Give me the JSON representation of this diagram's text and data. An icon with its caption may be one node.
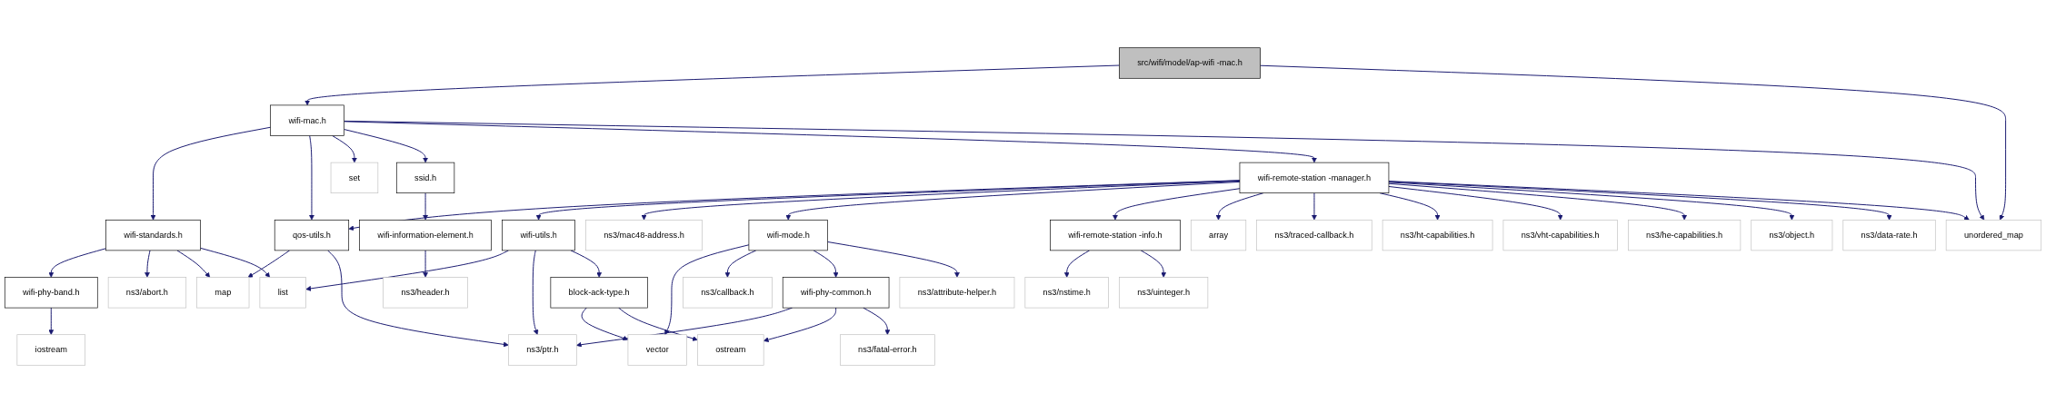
{
  "diagram": {
    "nodes": [
      {
        "text": [
          "src/wifi/model/ap-wifi -mac.h"
        ]
      },
      {
        "text": [
          "wifi-mac.h"
        ]
      },
      {
        "text": [
          "set"
        ]
      },
      {
        "text": [
          "ssid.h"
        ]
      },
      {
        "text": [
          "wifi-remote-station -manager.h"
        ]
      },
      {
        "text": [
          "unordered_map"
        ]
      },
      {
        "text": [
          "wifi-standards.h"
        ]
      },
      {
        "text": [
          "qos-utils.h"
        ]
      },
      {
        "text": [
          "wifi-information-element.h"
        ]
      },
      {
        "text": [
          "wifi-utils.h"
        ]
      },
      {
        "text": [
          "ns3/mac48-address.h"
        ]
      },
      {
        "text": [
          "wifi-mode.h"
        ]
      },
      {
        "text": [
          "wifi-remote-station -info.h"
        ]
      },
      {
        "text": [
          "array"
        ]
      },
      {
        "text": [
          "ns3/traced-callback.h"
        ]
      },
      {
        "text": [
          "ns3/ht-capabilities.h"
        ]
      },
      {
        "text": [
          "ns3/vht-capabilities.h"
        ]
      },
      {
        "text": [
          "ns3/he-capabilities.h"
        ]
      },
      {
        "text": [
          "ns3/object.h"
        ]
      },
      {
        "text": [
          "ns3/data-rate.h"
        ]
      },
      {
        "text": [
          "wifi-phy-band.h"
        ]
      },
      {
        "text": [
          "ns3/abort.h"
        ]
      },
      {
        "text": [
          "map"
        ]
      },
      {
        "text": [
          "list"
        ]
      },
      {
        "text": [
          "ns3/header.h"
        ]
      },
      {
        "text": [
          "block-ack-type.h"
        ]
      },
      {
        "text": [
          "ns3/callback.h"
        ]
      },
      {
        "text": [
          "wifi-phy-common.h"
        ]
      },
      {
        "text": [
          "ns3/attribute-helper.h"
        ]
      },
      {
        "text": [
          "ns3/nstime.h"
        ]
      },
      {
        "text": [
          "ns3/uinteger.h"
        ]
      },
      {
        "text": [
          "iostream"
        ]
      },
      {
        "text": [
          "ns3/ptr.h"
        ]
      },
      {
        "text": [
          "vector"
        ]
      },
      {
        "text": [
          "ostream"
        ]
      },
      {
        "text": [
          "ns3/fatal-error.h"
        ]
      }
    ],
    "edges": [
      {
        "from": 0,
        "to": 1,
        "arrow": "to"
      },
      {
        "from": 0,
        "to": 5,
        "arrow": "to"
      },
      {
        "from": 1,
        "to": 6,
        "arrow": "to"
      },
      {
        "from": 1,
        "to": 7,
        "arrow": "to"
      },
      {
        "from": 1,
        "to": 2,
        "arrow": "to"
      },
      {
        "from": 1,
        "to": 3,
        "arrow": "to"
      },
      {
        "from": 1,
        "to": 4,
        "arrow": "to"
      },
      {
        "from": 1,
        "to": 5,
        "arrow": "to"
      },
      {
        "from": 3,
        "to": 8,
        "arrow": "to"
      },
      {
        "from": 4,
        "to": 7,
        "arrow": "to"
      },
      {
        "from": 4,
        "to": 9,
        "arrow": "to"
      },
      {
        "from": 4,
        "to": 10,
        "arrow": "to"
      },
      {
        "from": 4,
        "to": 11,
        "arrow": "to"
      },
      {
        "from": 4,
        "to": 12,
        "arrow": "to"
      },
      {
        "from": 4,
        "to": 13,
        "arrow": "to"
      },
      {
        "from": 4,
        "to": 14,
        "arrow": "to"
      },
      {
        "from": 4,
        "to": 15,
        "arrow": "to"
      },
      {
        "from": 4,
        "to": 16,
        "arrow": "to"
      },
      {
        "from": 4,
        "to": 17,
        "arrow": "to"
      },
      {
        "from": 4,
        "to": 18,
        "arrow": "to"
      },
      {
        "from": 4,
        "to": 19,
        "arrow": "to"
      },
      {
        "from": 4,
        "to": 5,
        "arrow": "to"
      },
      {
        "from": 6,
        "to": 20,
        "arrow": "to"
      },
      {
        "from": 6,
        "to": 21,
        "arrow": "to"
      },
      {
        "from": 6,
        "to": 22,
        "arrow": "to"
      },
      {
        "from": 6,
        "to": 23,
        "arrow": "to"
      },
      {
        "from": 7,
        "to": 22,
        "arrow": "to"
      },
      {
        "from": 7,
        "to": 32,
        "arrow": "to"
      },
      {
        "from": 8,
        "to": 24,
        "arrow": "to"
      },
      {
        "from": 9,
        "to": 23,
        "arrow": "to"
      },
      {
        "from": 9,
        "to": 32,
        "arrow": "to"
      },
      {
        "from": 9,
        "to": 25,
        "arrow": "to"
      },
      {
        "from": 11,
        "to": 33,
        "arrow": "to"
      },
      {
        "from": 11,
        "to": 26,
        "arrow": "to"
      },
      {
        "from": 11,
        "to": 27,
        "arrow": "to"
      },
      {
        "from": 11,
        "to": 28,
        "arrow": "to"
      },
      {
        "from": 12,
        "to": 29,
        "arrow": "to"
      },
      {
        "from": 12,
        "to": 30,
        "arrow": "to"
      },
      {
        "from": 20,
        "to": 31,
        "arrow": "to"
      },
      {
        "from": 25,
        "to": 33,
        "arrow": "to"
      },
      {
        "from": 25,
        "to": 34,
        "arrow": "to"
      },
      {
        "from": 27,
        "to": 32,
        "arrow": "to"
      },
      {
        "from": 27,
        "to": 34,
        "arrow": "to"
      },
      {
        "from": 27,
        "to": 35,
        "arrow": "to"
      }
    ]
  }
}
